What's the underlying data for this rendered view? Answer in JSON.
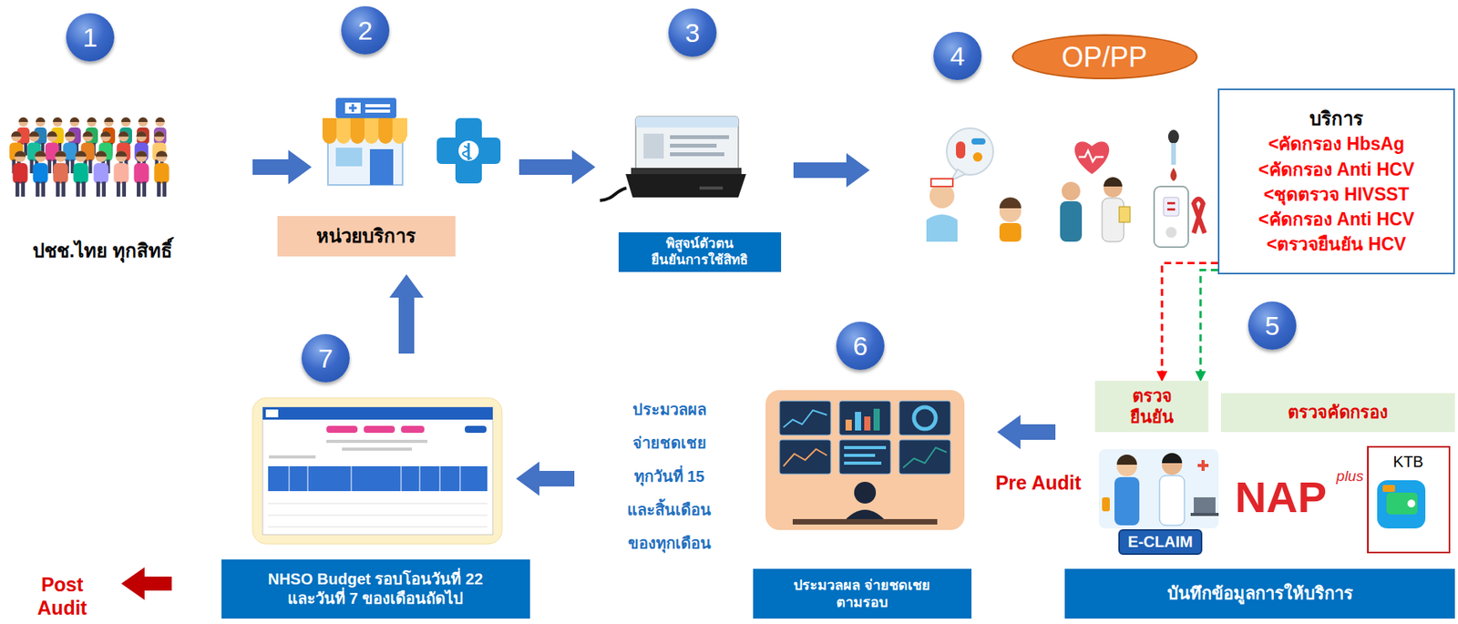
{
  "diagram": {
    "nodes": [
      {
        "text": [
          "1"
        ]
      },
      {
        "text": [
          "2"
        ]
      },
      {
        "text": [
          "3"
        ]
      },
      {
        "text": [
          "4"
        ]
      },
      {
        "text": [
          "OP/PP"
        ]
      },
      {
        "text": [
          "หน่วยบริการ"
        ]
      },
      {
        "text": [
          "พิสูจน์ตัวตน ยืนยันการใช้สิทธิ"
        ]
      },
      {
        "text": [
          "บริการ",
          "<คัดกรอง HbsAg",
          "<คัดกรอง Anti HCV",
          "<ชุดตรวจ HIVSST",
          "<คัดกรอง Anti HCV",
          "<ตรวจยืนยัน HCV"
        ]
      },
      {
        "text": [
          "5"
        ]
      },
      {
        "text": [
          "7"
        ]
      },
      {
        "text": [
          "6"
        ]
      },
      {
        "text": [
          "ตรวจ ยืนยัน"
        ]
      },
      {
        "text": [
          "ตรวจคัดกรอง"
        ]
      },
      {
        "text": [
          "KTB"
        ]
      },
      {
        "text": [
          "NHSO Budget รอบโอนวันที่ 22 และวันที่ 7 ของเดือนถัดไป"
        ]
      },
      {
        "text": [
          "ประมวลผล จ่ายชดเชย ตามรอบ"
        ]
      },
      {
        "text": [
          "บันทึกข้อมูลการให้บริการ"
        ]
      }
    ],
    "edges": [
      {
        "from": 7,
        "to": 11,
        "arrow": "to"
      },
      {
        "from": 7,
        "to": 11,
        "arrow": "to"
      }
    ],
    "labels": [
      "ปชช.ไทย ทุกสิทธิ์",
      "ประมวลผล จ่ายชดเชย ทุกวันที่ 15 และสิ้นเดือน ของทุกเดือน",
      "Pre Audit",
      "Post Audit",
      "E-CLAIM",
      "NAP",
      "plus"
    ]
  }
}
